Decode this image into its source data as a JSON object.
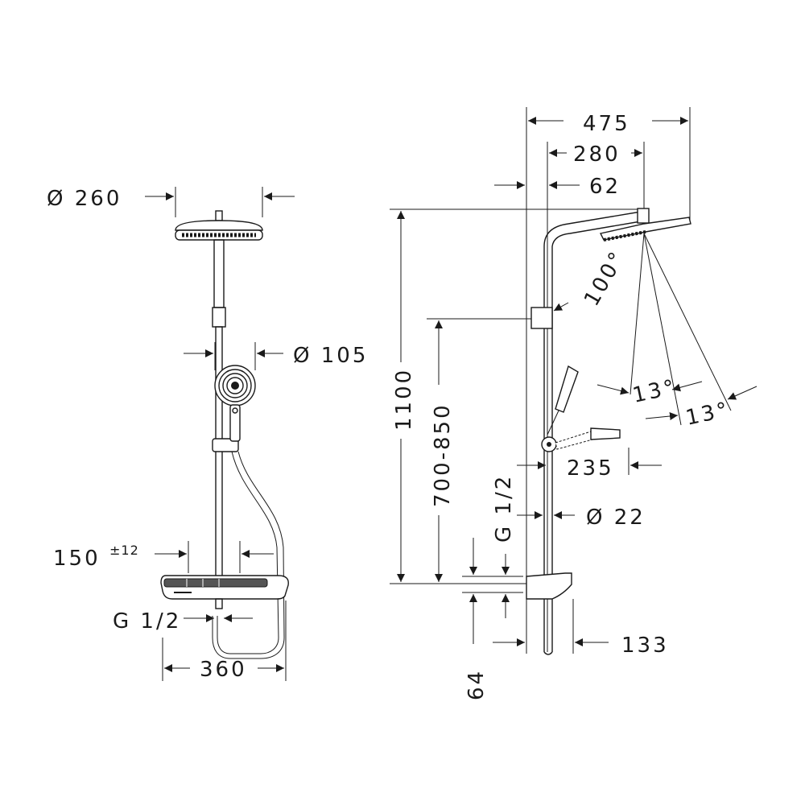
{
  "front_view": {
    "head_diameter": "Ø 260",
    "hand_shower_diameter": "Ø 105",
    "thermostat_offset": "150",
    "thermostat_tolerance": "±12",
    "inlet_thread": "G 1/2",
    "shelf_width": "360"
  },
  "side_view": {
    "total_projection": "475",
    "arm_projection": "280",
    "rail_offset": "62",
    "total_height": "1100",
    "holder_height": "700-850",
    "head_tilt_angle": "100°",
    "spray_angle_1": "13°",
    "spray_angle_2": "13°",
    "hand_shower_length": "235",
    "rail_diameter": "Ø 22",
    "inlet_thread": "G 1/2",
    "thermostat_height": "64",
    "thermostat_depth": "133"
  }
}
